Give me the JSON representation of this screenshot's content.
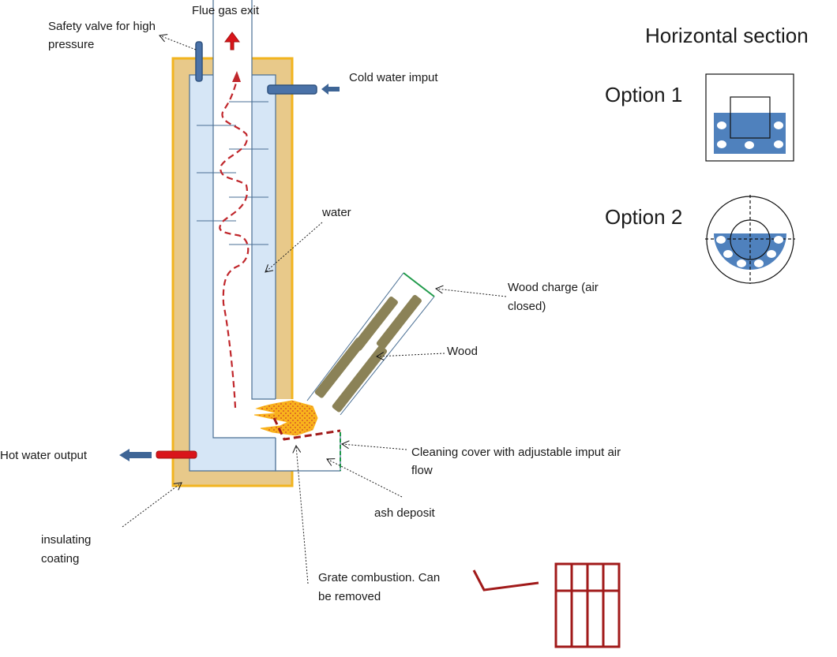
{
  "diagram": {
    "title": "Horizontal section",
    "labels": {
      "flue_gas_exit": "Flue gas exit",
      "safety_valve": [
        "Safety valve for high",
        "pressure"
      ],
      "cold_water_input": "Cold water imput",
      "water": "water",
      "wood_charge": [
        "Wood  charge (air",
        "closed)"
      ],
      "wood": "Wood",
      "hot_water_output": "Hot water output",
      "cleaning_cover": [
        "Cleaning cover with adjustable imput air",
        "flow"
      ],
      "ash_deposit": "ash deposit",
      "insulating_coating": [
        "insulating",
        "coating"
      ],
      "grate_combustion": [
        "Grate combustion. Can",
        "be removed"
      ]
    },
    "sections": [
      {
        "label": "Option 1",
        "shape": "square"
      },
      {
        "label": "Option 2",
        "shape": "circle"
      }
    ],
    "colors": {
      "insulation": "#e8c98a",
      "insulation_border": "#f2b41f",
      "water": "#d6e6f6",
      "outline": "#4a6f94",
      "pipe": "#4a72a8",
      "hot_pipe": "#d9141a",
      "gas_path": "#c0262b",
      "wood": "#8b8257",
      "flame": "#f9b21c",
      "grate": "#a11a1a",
      "green_cover": "#1f9a4a",
      "section_fill": "#4f81bd"
    }
  }
}
